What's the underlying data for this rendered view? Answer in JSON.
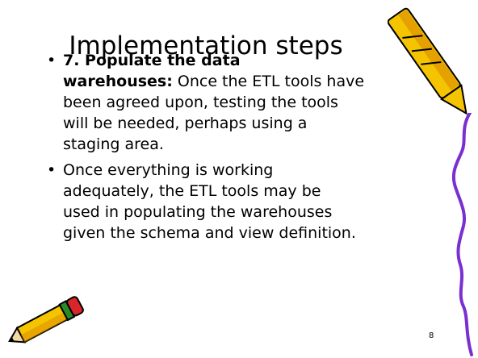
{
  "slide": {
    "title": "Implementation steps",
    "bullets": [
      {
        "marker": "•",
        "lines": [
          {
            "bold": "7. Populate the data",
            "text": ""
          },
          {
            "bold": "warehouses:",
            "text": " Once the ETL tools have"
          },
          {
            "bold": "",
            "text": "been agreed upon, testing the tools"
          },
          {
            "bold": "",
            "text": "will be needed, perhaps using a"
          },
          {
            "bold": "",
            "text": "staging area."
          }
        ]
      },
      {
        "marker": "•",
        "lines": [
          {
            "bold": "",
            "text": "Once everything is working"
          },
          {
            "bold": "",
            "text": "adequately, the ETL tools may be"
          },
          {
            "bold": "",
            "text": "used in populating the warehouses"
          },
          {
            "bold": "",
            "text": "given the schema and view definition."
          }
        ]
      }
    ],
    "page_number": "8"
  },
  "decorations": {
    "pencil_color": "#f5c400",
    "pencil_shade": "#d98a00",
    "squiggle_color": "#7a2fd0",
    "eraser_color": "#d9262b",
    "band_color": "#2a8a2a"
  }
}
